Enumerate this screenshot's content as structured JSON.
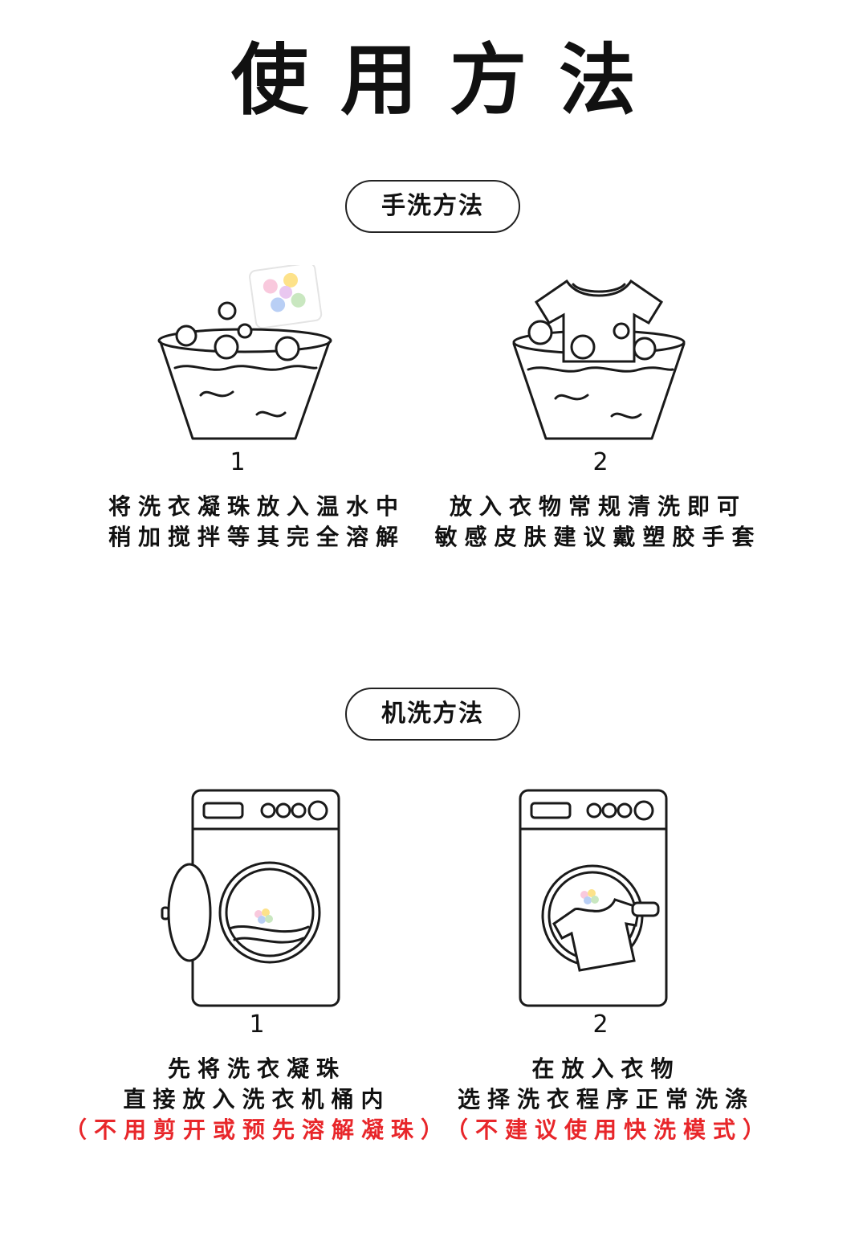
{
  "title": "使用方法",
  "hand_wash": {
    "heading": "手洗方法",
    "steps": [
      {
        "number": "1",
        "lines": [
          "将洗衣凝珠放入温水中",
          "稍加搅拌等其完全溶解"
        ],
        "illustration": "basin-with-bubbles-icon"
      },
      {
        "number": "2",
        "lines": [
          "放入衣物常规清洗即可",
          "敏感皮肤建议戴塑胶手套"
        ],
        "illustration": "basin-with-shirt-icon"
      }
    ]
  },
  "machine_wash": {
    "heading": "机洗方法",
    "steps": [
      {
        "number": "1",
        "lines": [
          "先将洗衣凝珠",
          "直接放入洗衣机桶内"
        ],
        "note": "（不用剪开或预先溶解凝珠）",
        "illustration": "washing-machine-open-door-icon"
      },
      {
        "number": "2",
        "lines": [
          "在放入衣物",
          "选择洗衣程序正常洗涤"
        ],
        "note": "（不建议使用快洗模式）",
        "illustration": "washing-machine-with-shirt-icon"
      }
    ]
  },
  "colors": {
    "text": "#111111",
    "warning": "#e8262a",
    "pod_colors": [
      "#f9c9dd",
      "#fde28a",
      "#b9cff5",
      "#c9e7c0"
    ]
  }
}
